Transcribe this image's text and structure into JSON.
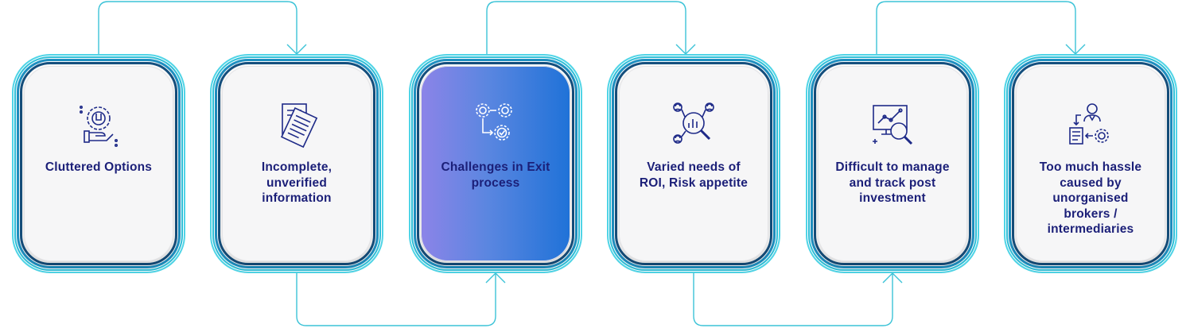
{
  "steps": [
    {
      "label": "Cluttered Options",
      "icon": "gear-wrench-hand-icon",
      "active": false
    },
    {
      "label": "Incomplete, unverified information",
      "icon": "documents-icon",
      "active": false
    },
    {
      "label": "Challenges in Exit process",
      "icon": "process-gears-icon",
      "active": true
    },
    {
      "label": "Varied needs of ROI, Risk appetite",
      "icon": "magnifier-chart-people-icon",
      "active": false
    },
    {
      "label": "Difficult to manage and track  post investment",
      "icon": "monitor-search-icon",
      "active": false
    },
    {
      "label": "Too much hassle caused by unorganised brokers / intermediaries",
      "icon": "person-document-gear-icon",
      "active": false
    }
  ],
  "colors": {
    "text": "#1b1f78",
    "icon": "#1e2a88",
    "connector": "#3cc3d7",
    "active_gradient_start": "#8c84e8",
    "active_gradient_end": "#1f72d8"
  }
}
